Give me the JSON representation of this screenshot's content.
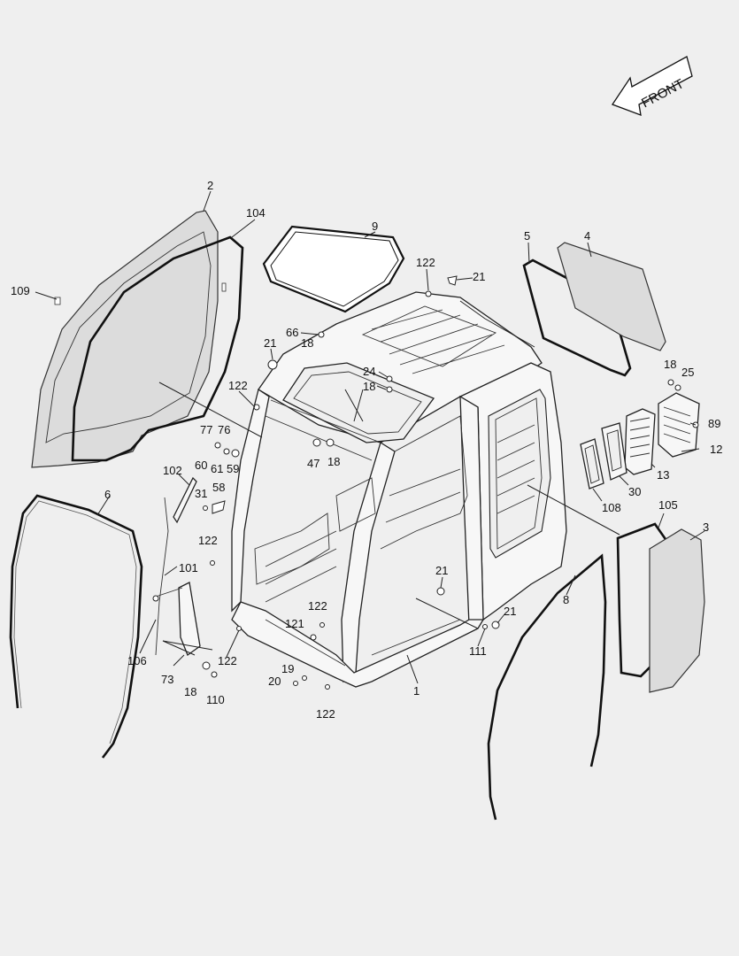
{
  "direction_label": "FRONT",
  "callouts": [
    {
      "id": "c-2",
      "text": "2"
    },
    {
      "id": "c-104",
      "text": "104"
    },
    {
      "id": "c-9",
      "text": "9"
    },
    {
      "id": "c-109",
      "text": "109"
    },
    {
      "id": "c-122a",
      "text": "122"
    },
    {
      "id": "c-21a",
      "text": "21"
    },
    {
      "id": "c-5",
      "text": "5"
    },
    {
      "id": "c-4",
      "text": "4"
    },
    {
      "id": "c-66",
      "text": "66"
    },
    {
      "id": "c-18a",
      "text": "18"
    },
    {
      "id": "c-21b",
      "text": "21"
    },
    {
      "id": "c-122b",
      "text": "122"
    },
    {
      "id": "c-24",
      "text": "24"
    },
    {
      "id": "c-18b",
      "text": "18"
    },
    {
      "id": "c-18c",
      "text": "18"
    },
    {
      "id": "c-25",
      "text": "25"
    },
    {
      "id": "c-77",
      "text": "77"
    },
    {
      "id": "c-76",
      "text": "76"
    },
    {
      "id": "c-60",
      "text": "60"
    },
    {
      "id": "c-61",
      "text": "61"
    },
    {
      "id": "c-59",
      "text": "59"
    },
    {
      "id": "c-47",
      "text": "47"
    },
    {
      "id": "c-18d",
      "text": "18"
    },
    {
      "id": "c-89",
      "text": "89"
    },
    {
      "id": "c-12",
      "text": "12"
    },
    {
      "id": "c-13",
      "text": "13"
    },
    {
      "id": "c-102",
      "text": "102"
    },
    {
      "id": "c-30",
      "text": "30"
    },
    {
      "id": "c-108",
      "text": "108"
    },
    {
      "id": "c-6",
      "text": "6"
    },
    {
      "id": "c-31",
      "text": "31"
    },
    {
      "id": "c-58",
      "text": "58"
    },
    {
      "id": "c-105",
      "text": "105"
    },
    {
      "id": "c-3",
      "text": "3"
    },
    {
      "id": "c-122c",
      "text": "122"
    },
    {
      "id": "c-101",
      "text": "101"
    },
    {
      "id": "c-21c",
      "text": "21"
    },
    {
      "id": "c-8",
      "text": "8"
    },
    {
      "id": "c-122d",
      "text": "122"
    },
    {
      "id": "c-21d",
      "text": "21"
    },
    {
      "id": "c-121",
      "text": "121"
    },
    {
      "id": "c-111",
      "text": "111"
    },
    {
      "id": "c-106",
      "text": "106"
    },
    {
      "id": "c-122e",
      "text": "122"
    },
    {
      "id": "c-73",
      "text": "73"
    },
    {
      "id": "c-19",
      "text": "19"
    },
    {
      "id": "c-1",
      "text": "1"
    },
    {
      "id": "c-20",
      "text": "20"
    },
    {
      "id": "c-18e",
      "text": "18"
    },
    {
      "id": "c-110",
      "text": "110"
    },
    {
      "id": "c-122f",
      "text": "122"
    }
  ]
}
